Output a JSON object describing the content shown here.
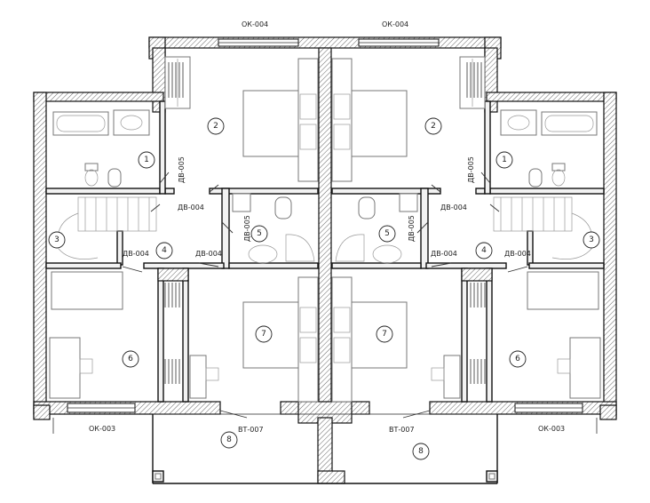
{
  "window_labels": {
    "top_left": "ОК-004",
    "top_right": "ОК-004",
    "bottom_left": "ОК-003",
    "bottom_right": "ОК-003"
  },
  "door_labels": {
    "dv005": "ДВ-005",
    "dv004": "ДВ-004",
    "vt007": "ВТ-007"
  },
  "rooms": {
    "r1": "1",
    "r2": "2",
    "r3": "3",
    "r4": "4",
    "r5": "5",
    "r6": "6",
    "r7": "7",
    "r8": "8"
  }
}
